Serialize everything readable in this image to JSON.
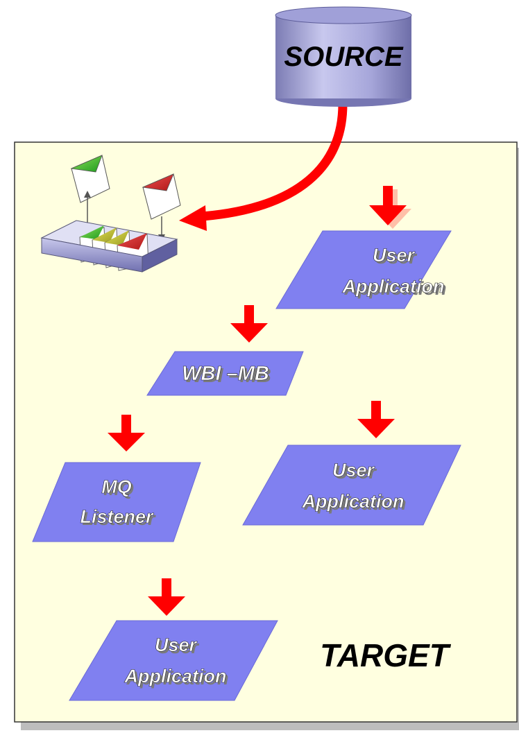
{
  "source": {
    "label": "SOURCE"
  },
  "target": {
    "label": "TARGET"
  },
  "nodes": {
    "user_app_top": {
      "line1": "User",
      "line2": "Application"
    },
    "wbi_mb": {
      "line1": "WBI –MB"
    },
    "mq_listener": {
      "line1": "MQ",
      "line2": "Listener"
    },
    "user_app_middle": {
      "line1": "User",
      "line2": "Application"
    },
    "user_app_bottom": {
      "line1": "User",
      "line2": "Application"
    }
  },
  "icons": {
    "queue": "message-queue-icon",
    "arrow": "down-arrow-icon"
  },
  "colors": {
    "target_box_fill": "#ffffe0",
    "node_fill": "#8080f0",
    "node_stroke": "#6a6ad8",
    "arrow": "#ff0000",
    "cylinder": "#a9a9dc",
    "envelope_green": "#44bb22",
    "envelope_yellow": "#bfbf3a",
    "envelope_red": "#cc2222"
  }
}
